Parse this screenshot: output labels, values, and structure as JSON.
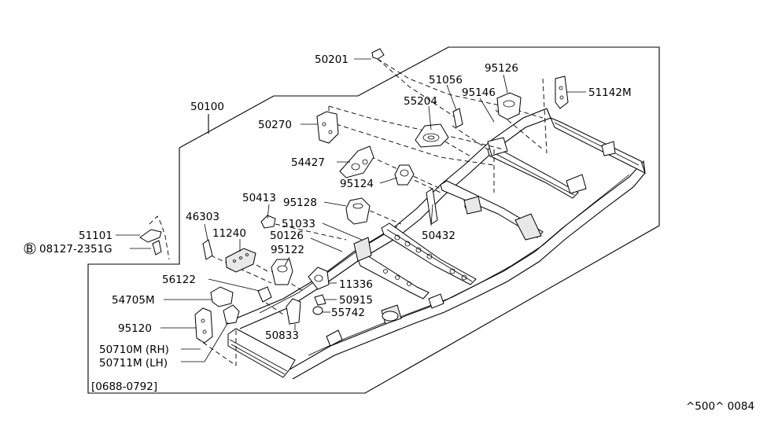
{
  "diagram": {
    "main_part": "50100",
    "parts": [
      {
        "id": "50201",
        "label": "50201"
      },
      {
        "id": "51056",
        "label": "51056"
      },
      {
        "id": "95126",
        "label": "95126"
      },
      {
        "id": "55204",
        "label": "55204"
      },
      {
        "id": "95146",
        "label": "95146"
      },
      {
        "id": "51142M",
        "label": "51142M"
      },
      {
        "id": "50100",
        "label": "50100"
      },
      {
        "id": "50270",
        "label": "50270"
      },
      {
        "id": "54427",
        "label": "54427"
      },
      {
        "id": "95124",
        "label": "95124"
      },
      {
        "id": "50413",
        "label": "50413"
      },
      {
        "id": "95128",
        "label": "95128"
      },
      {
        "id": "46303",
        "label": "46303"
      },
      {
        "id": "51033",
        "label": "51033"
      },
      {
        "id": "11240",
        "label": "11240"
      },
      {
        "id": "50126",
        "label": "50126"
      },
      {
        "id": "50432",
        "label": "50432"
      },
      {
        "id": "51101",
        "label": "51101"
      },
      {
        "id": "08127-2351G",
        "label": "08127-2351G",
        "prefix": "B"
      },
      {
        "id": "95122",
        "label": "95122"
      },
      {
        "id": "56122",
        "label": "56122"
      },
      {
        "id": "11336",
        "label": "11336"
      },
      {
        "id": "54705M",
        "label": "54705M"
      },
      {
        "id": "50915",
        "label": "50915"
      },
      {
        "id": "55742",
        "label": "55742"
      },
      {
        "id": "95120",
        "label": "95120"
      },
      {
        "id": "50833",
        "label": "50833"
      },
      {
        "id": "50710M",
        "label": "50710M (RH)"
      },
      {
        "id": "50711M",
        "label": "50711M (LH)"
      }
    ],
    "date_range": "[0688-0792]",
    "figure_code": "^500^ 0084"
  }
}
